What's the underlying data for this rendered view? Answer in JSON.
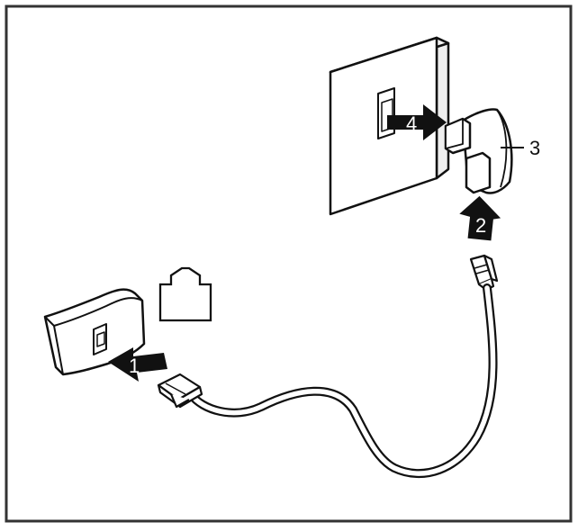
{
  "labels": {
    "step1": "1",
    "step2": "2",
    "part3": "3",
    "step4": "4"
  },
  "colors": {
    "line": "#111111",
    "arrow": "#111111",
    "frame": "#333333",
    "fill": "#ffffff"
  },
  "icons": {
    "phone-port-symbol": "phone-jack-icon"
  }
}
